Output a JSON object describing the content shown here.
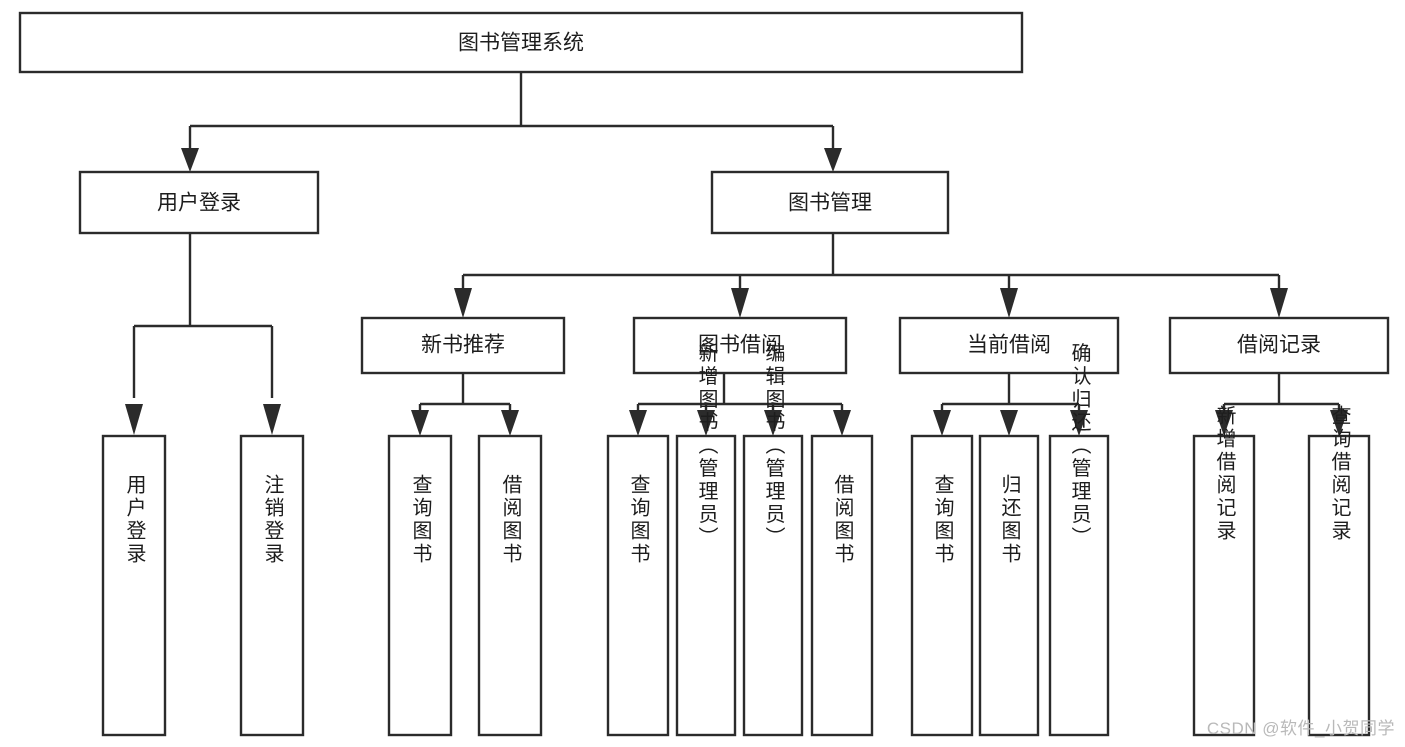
{
  "diagram": {
    "title": "图书管理系统",
    "type": "hierarchy-tree",
    "root": {
      "id": "root",
      "label": "图书管理系统",
      "orientation": "horizontal"
    },
    "level1": [
      {
        "id": "user-login",
        "label": "用户登录",
        "orientation": "horizontal"
      },
      {
        "id": "book-management",
        "label": "图书管理",
        "orientation": "horizontal"
      }
    ],
    "level2": [
      {
        "id": "new-book-recommend",
        "label": "新书推荐",
        "parent": "book-management",
        "orientation": "horizontal"
      },
      {
        "id": "book-borrow",
        "label": "图书借阅",
        "parent": "book-management",
        "orientation": "horizontal"
      },
      {
        "id": "current-borrow",
        "label": "当前借阅",
        "parent": "book-management",
        "orientation": "horizontal"
      },
      {
        "id": "borrow-record",
        "label": "借阅记录",
        "parent": "book-management",
        "orientation": "horizontal"
      }
    ],
    "leaves": [
      {
        "id": "leaf-user-login",
        "label": "用户登录",
        "parent": "user-login",
        "orientation": "vertical"
      },
      {
        "id": "leaf-logout-login",
        "label": "注销登录",
        "parent": "user-login",
        "orientation": "vertical"
      },
      {
        "id": "leaf-query-book-1",
        "label": "查询图书",
        "parent": "new-book-recommend",
        "orientation": "vertical"
      },
      {
        "id": "leaf-borrow-book-1",
        "label": "借阅图书",
        "parent": "new-book-recommend",
        "orientation": "vertical"
      },
      {
        "id": "leaf-query-book-2",
        "label": "查询图书",
        "parent": "book-borrow",
        "orientation": "vertical"
      },
      {
        "id": "leaf-add-book",
        "label": "新增图书（管理员）",
        "parent": "book-borrow",
        "orientation": "vertical"
      },
      {
        "id": "leaf-edit-book",
        "label": "编辑图书（管理员）",
        "parent": "book-borrow",
        "orientation": "vertical"
      },
      {
        "id": "leaf-borrow-book-2",
        "label": "借阅图书",
        "parent": "book-borrow",
        "orientation": "vertical"
      },
      {
        "id": "leaf-query-book-3",
        "label": "查询图书",
        "parent": "current-borrow",
        "orientation": "vertical"
      },
      {
        "id": "leaf-return-book",
        "label": "归还图书",
        "parent": "current-borrow",
        "orientation": "vertical"
      },
      {
        "id": "leaf-confirm-return",
        "label": "确认归还（管理员）",
        "parent": "current-borrow",
        "orientation": "vertical"
      },
      {
        "id": "leaf-add-record",
        "label": "新增借阅记录",
        "parent": "borrow-record",
        "orientation": "vertical"
      },
      {
        "id": "leaf-query-record",
        "label": "查询借阅记录",
        "parent": "borrow-record",
        "orientation": "vertical"
      }
    ],
    "colors": {
      "stroke": "#2b2b2b",
      "fill": "#ffffff",
      "text": "#1d1d1d",
      "background": "#ffffff",
      "watermark": "#b9b9b9"
    }
  },
  "watermark": {
    "text": "CSDN @软件_小贺同学"
  }
}
